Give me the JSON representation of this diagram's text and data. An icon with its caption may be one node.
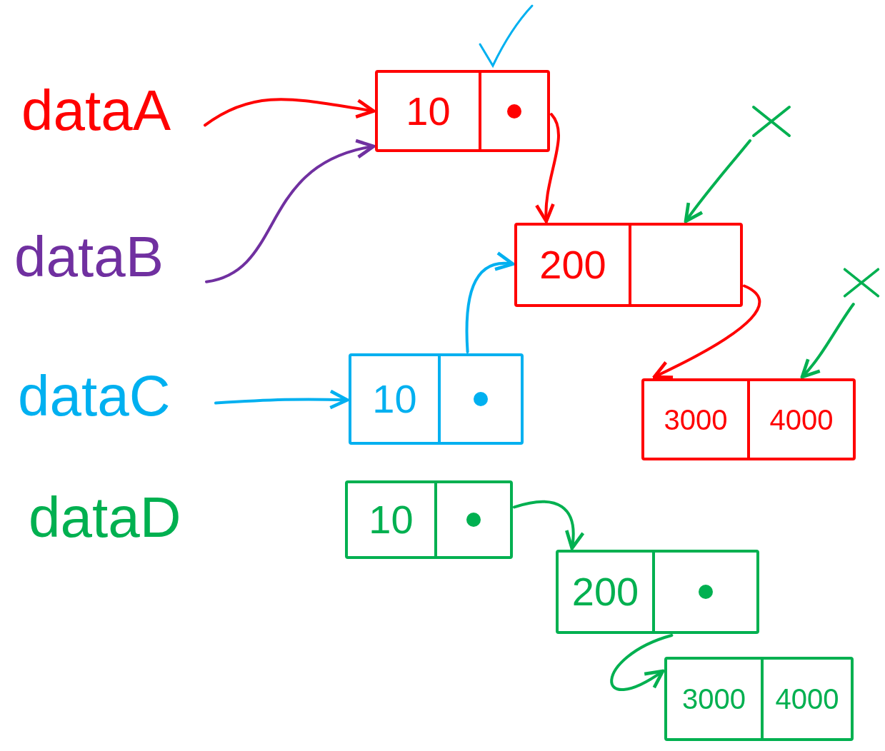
{
  "diagram": {
    "nodes": [
      {
        "text": [
          "dataA"
        ]
      },
      {
        "text": [
          "dataB"
        ]
      },
      {
        "text": [
          "dataC"
        ]
      },
      {
        "text": [
          "dataD"
        ]
      },
      {
        "text": [
          "10"
        ]
      },
      {
        "text": [
          "200"
        ]
      },
      {
        "text": [
          "3000",
          "4000"
        ]
      },
      {
        "text": [
          "10"
        ]
      },
      {
        "text": [
          "10"
        ]
      },
      {
        "text": [
          "200"
        ]
      },
      {
        "text": [
          "3000",
          "4000"
        ]
      },
      {
        "text": [],
        "shape": "cross"
      },
      {
        "text": [],
        "shape": "cross"
      }
    ],
    "edges": [
      {
        "from": 0,
        "to": 4,
        "arrow": "to",
        "color": "#ff0000"
      },
      {
        "from": 1,
        "to": 4,
        "arrow": "to",
        "color": "#7030a0"
      },
      {
        "from": 4,
        "to": 5,
        "arrow": "to",
        "color": "#ff0000"
      },
      {
        "from": 5,
        "to": 6,
        "arrow": "to",
        "color": "#ff0000"
      },
      {
        "from": 2,
        "to": 7,
        "arrow": "to",
        "color": "#00b0f0"
      },
      {
        "from": 7,
        "to": 5,
        "arrow": "to",
        "color": "#00b0f0"
      },
      {
        "from": 8,
        "to": 9,
        "arrow": "to",
        "color": "#00b050"
      },
      {
        "from": 9,
        "to": 10,
        "arrow": "to",
        "color": "#00b050"
      },
      {
        "from": 11,
        "to": 5,
        "arrow": "to",
        "color": "#00b050"
      },
      {
        "from": 12,
        "to": 6,
        "arrow": "to",
        "color": "#00b050"
      }
    ]
  }
}
